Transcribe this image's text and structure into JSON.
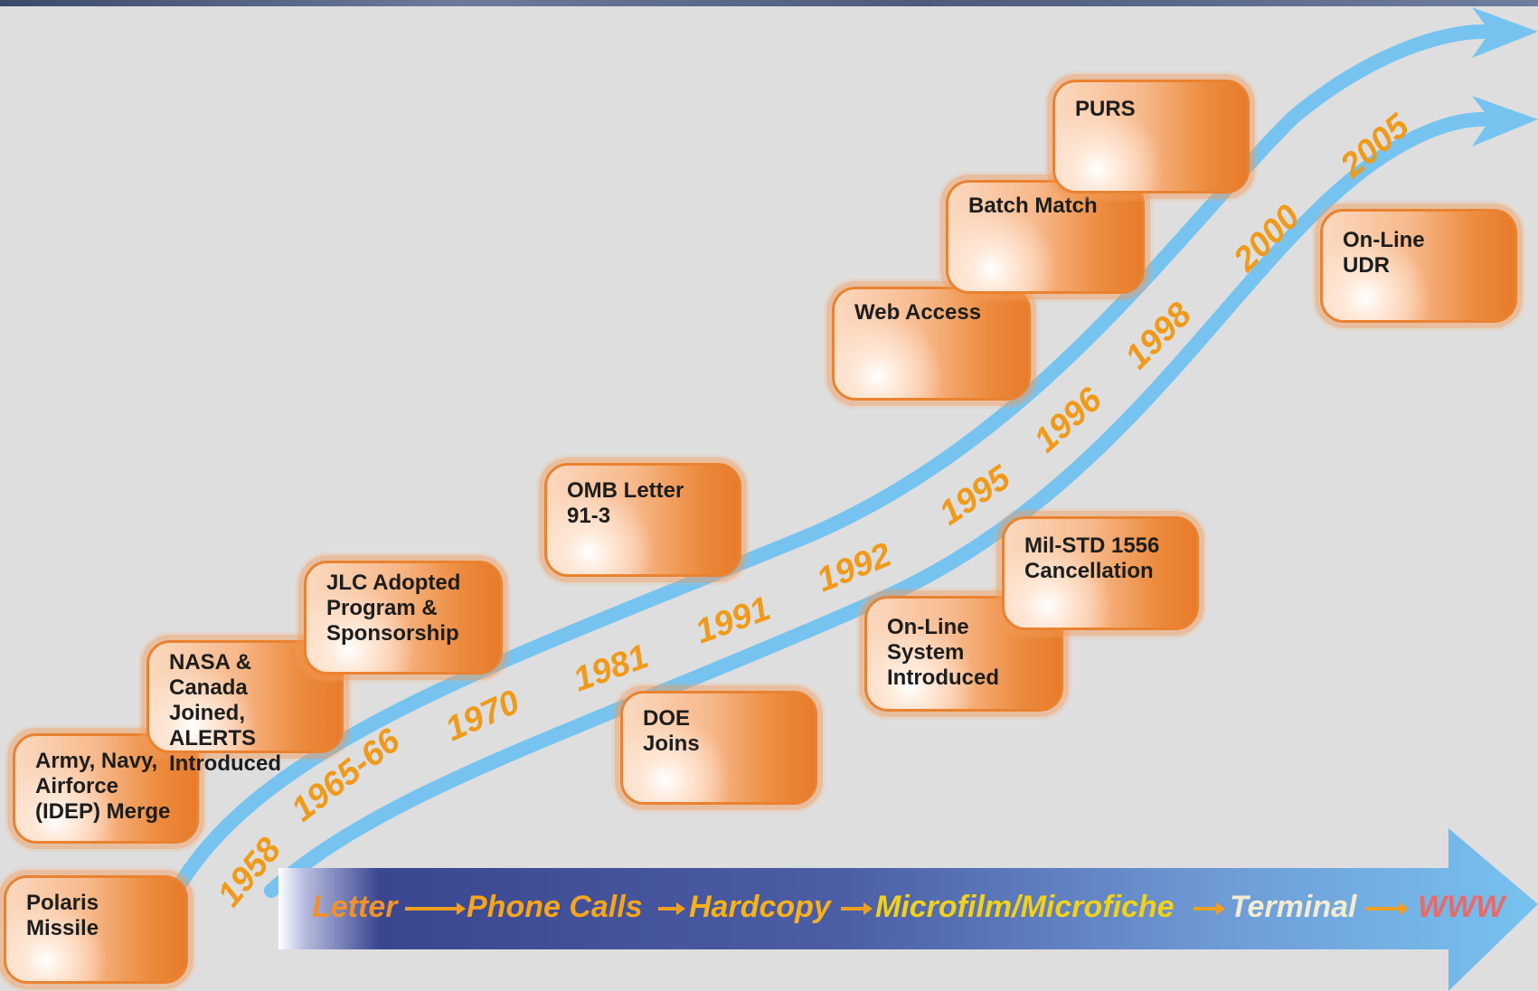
{
  "milestones": {
    "polaris": "Polaris\nMissile",
    "army": "Army, Navy,\nAirforce\n(IDEP) Merge",
    "nasa": "NASA &\nCanada Joined,\nALERTS\nIntroduced",
    "jlc": "JLC Adopted\nProgram &\nSponsorship",
    "omb": "OMB Letter\n91-3",
    "doe": "DOE\nJoins",
    "web": "Web Access",
    "batch": "Batch Match",
    "purs": "PURS",
    "online_system": "On-Line\nSystem\nIntroduced",
    "milstd": "Mil-STD 1556\nCancellation",
    "online_udr": "On-Line\nUDR"
  },
  "years": {
    "y1958": "1958",
    "y1965": "1965-66",
    "y1970": "1970",
    "y1981": "1981",
    "y1991": "1991",
    "y1992": "1992",
    "y1995": "1995",
    "y1996": "1996",
    "y1998": "1998",
    "y2000": "2000",
    "y2005": "2005"
  },
  "media": {
    "letter": "Letter",
    "phone": "Phone Calls",
    "hardcopy": "Hardcopy",
    "microfilm": "Microfilm/Microfiche",
    "terminal": "Terminal",
    "www": "WWW"
  },
  "colors": {
    "background": "#dedede",
    "ribbon": "#76c3f0",
    "year_text": "#f09a1a",
    "box_orange": "#e77b2a",
    "arrow_dark": "#3b4a8f",
    "www_text": "#e86a6a"
  }
}
